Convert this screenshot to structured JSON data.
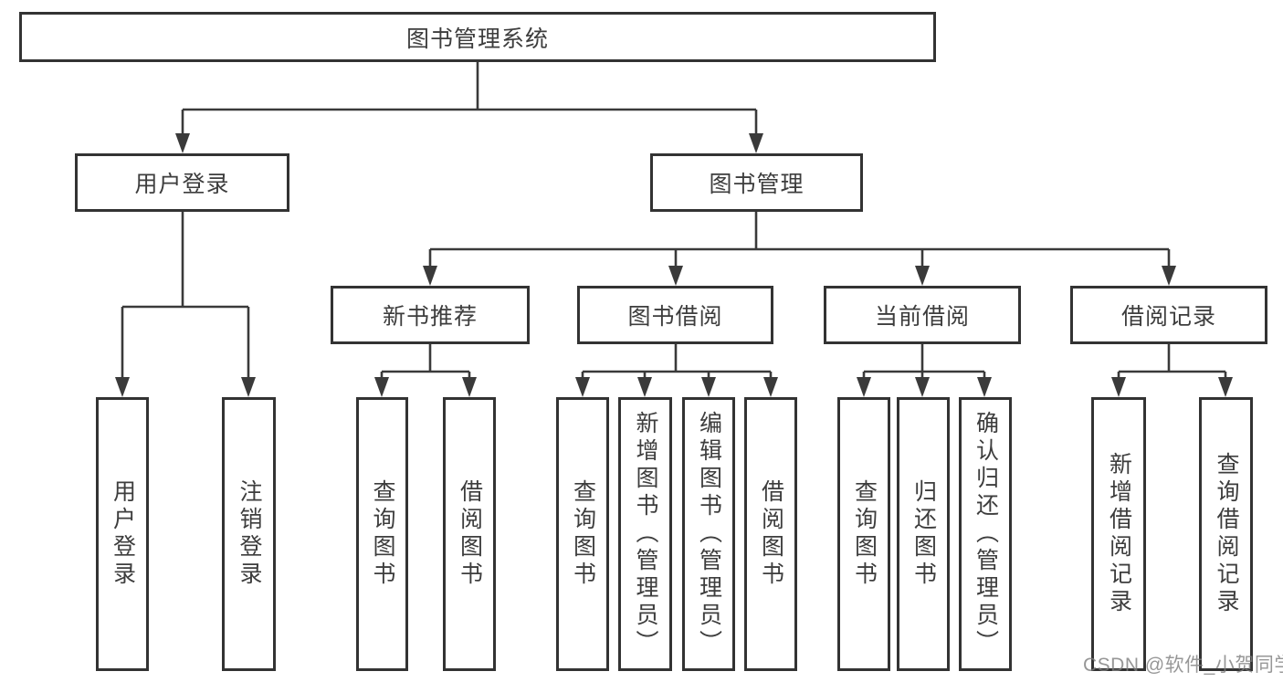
{
  "diagram": {
    "title": "图书管理系统",
    "colors": {
      "background": "#ffffff",
      "box_border": "#333333",
      "connector_line": "#3a3a3a",
      "text": "#3d3d3d",
      "watermark_text": "#7d7d7d"
    },
    "root": {
      "label": "图书管理系统"
    },
    "level2": [
      {
        "label": "用户登录"
      },
      {
        "label": "图书管理"
      }
    ],
    "level3": [
      {
        "label": "新书推荐"
      },
      {
        "label": "图书借阅"
      },
      {
        "label": "当前借阅"
      },
      {
        "label": "借阅记录"
      }
    ],
    "leaves": {
      "user_login": [
        "用户登录",
        "注销登录"
      ],
      "new_book_recommend": [
        "查询图书",
        "借阅图书"
      ],
      "book_borrow": [
        "查询图书",
        "新增图书（管理员）",
        "编辑图书（管理员）",
        "借阅图书"
      ],
      "current_borrow": [
        "查询图书",
        "归还图书",
        "确认归还（管理员）"
      ],
      "borrow_records": [
        "新增借阅记录",
        "查询借阅记录"
      ]
    },
    "watermark": "CSDN @软件_小贺同学"
  }
}
